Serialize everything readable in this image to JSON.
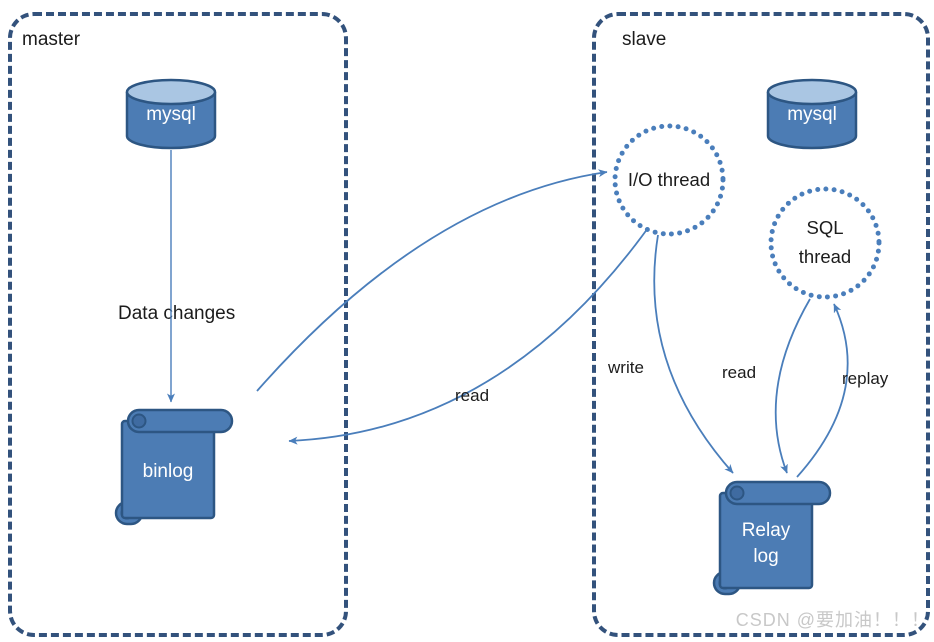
{
  "colors": {
    "accent": "#4a7ebb",
    "box-border": "#33527c",
    "shape-fill": "#4c7cb4",
    "shape-stroke": "#2d5683",
    "cyl-top": "#aac6e3",
    "curl-fill": "#3f6ba1",
    "label-color": "#1c1c1c",
    "watermark-color": "#c8c8c8"
  },
  "master": {
    "label": "master",
    "database": "mysql",
    "binlog": "binlog",
    "data_changes": "Data changes"
  },
  "slave": {
    "label": "slave",
    "database": "mysql",
    "io_thread": "I/O thread",
    "sql_thread": "SQL thread",
    "relay_log": "Relay log"
  },
  "arrow_labels": {
    "read_binlog": "read",
    "write": "write",
    "read_relay": "read",
    "replay": "replay"
  },
  "watermark": "CSDN @要加油！！！"
}
